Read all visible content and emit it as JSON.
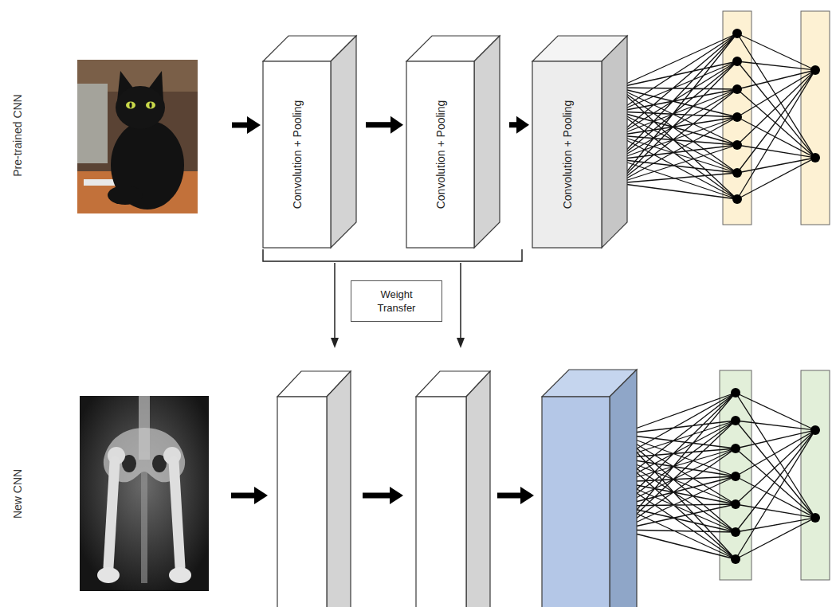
{
  "diagram": {
    "nodes": [
      {
        "text": [
          "Convolution + Pooling"
        ]
      },
      {
        "text": [
          "Convolution + Pooling"
        ]
      },
      {
        "text": [
          "Convolution + Pooling"
        ]
      },
      {
        "text": [
          "Weight Transfer"
        ]
      }
    ],
    "edges": [
      {
        "from": 0,
        "to": 1,
        "arrow": "to"
      },
      {
        "from": 1,
        "to": 2,
        "arrow": "to"
      }
    ],
    "labels": [
      "Pre-trained CNN",
      "New CNN"
    ]
  }
}
